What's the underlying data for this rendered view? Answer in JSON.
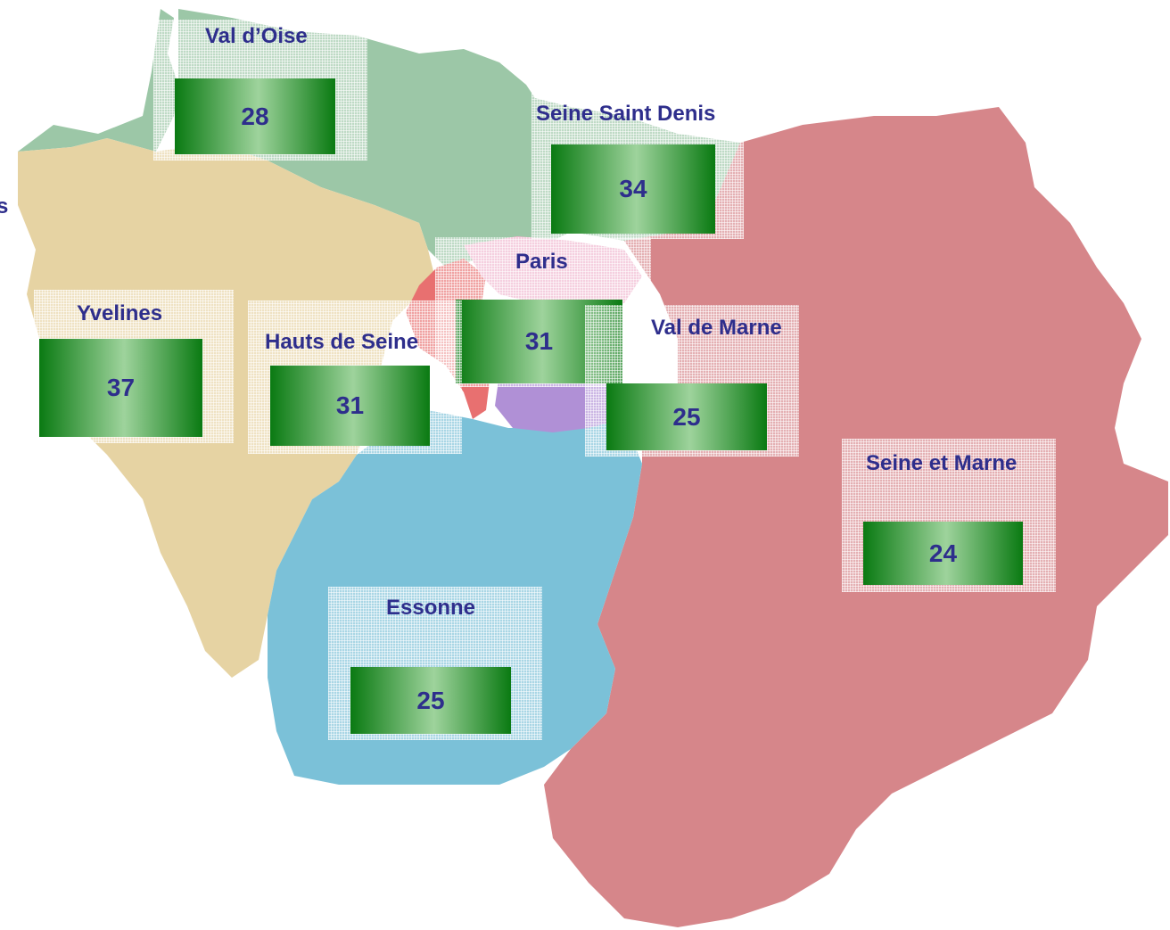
{
  "colors": {
    "val_doise": "#9cc7a7",
    "yvelines": "#e6d3a3",
    "seine_et_marne": "#d6868a",
    "essonne": "#7bc1d8",
    "hauts_de_seine": "#e87070",
    "paris": "#f0b6ce",
    "val_de_marne": "#b090d6",
    "label": "#2e2e8c",
    "value_box_dark": "#0a7a12",
    "value_box_light": "#9ed39c"
  },
  "edge_label": "s",
  "departments": {
    "val_doise": {
      "name": "Val d’Oise",
      "value": "28"
    },
    "seine_saint_denis": {
      "name": "Seine Saint Denis",
      "value": "34"
    },
    "paris": {
      "name": "Paris",
      "value": "31"
    },
    "yvelines": {
      "name": "Yvelines",
      "value": "37"
    },
    "hauts_de_seine": {
      "name": "Hauts de Seine",
      "value": "31"
    },
    "val_de_marne": {
      "name": "Val de Marne",
      "value": "25"
    },
    "seine_et_marne": {
      "name": "Seine et Marne",
      "value": "24"
    },
    "essonne": {
      "name": "Essonne",
      "value": "25"
    }
  }
}
